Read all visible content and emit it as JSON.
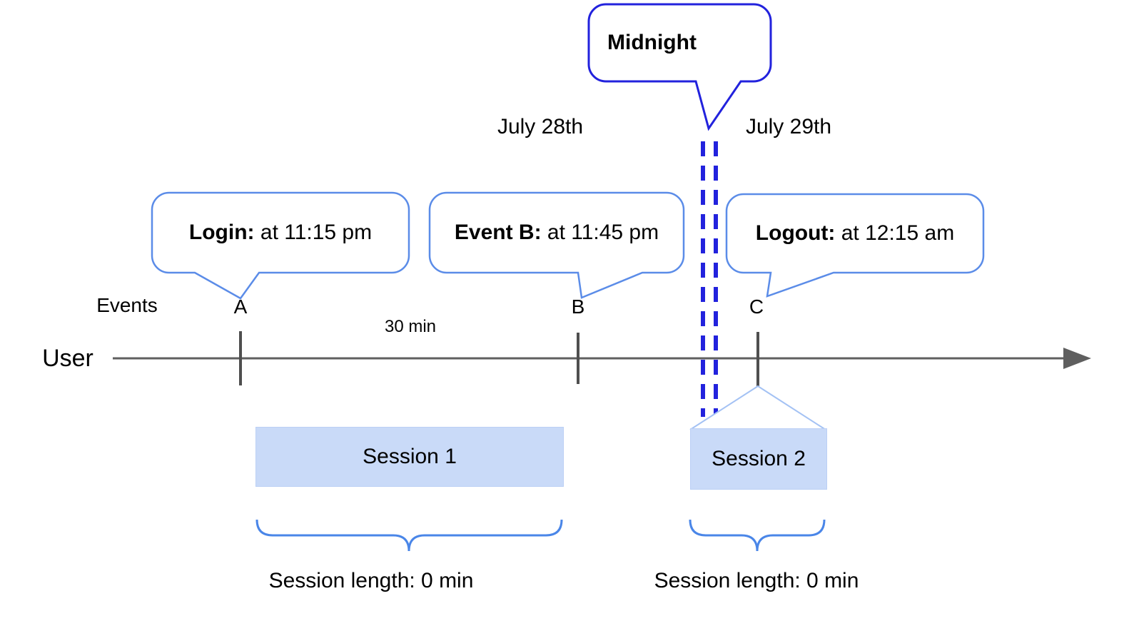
{
  "title": "User session timeline diagram",
  "dates": {
    "before_midnight": "July 28th",
    "after_midnight": "July 29th"
  },
  "midnight_callout": {
    "label": "Midnight"
  },
  "event_callouts": [
    {
      "bold": "Login:",
      "rest": " at 11:15 pm"
    },
    {
      "bold": "Event B:",
      "rest": " at 11:45 pm"
    },
    {
      "bold": "Logout:",
      "rest": " at 12:15 am"
    }
  ],
  "timeline": {
    "events_label": "Events",
    "user_label": "User",
    "interval_label": "30 min",
    "marks": [
      "A",
      "B",
      "C"
    ]
  },
  "sessions": [
    {
      "label": "Session 1",
      "length": "Session length: 0 min"
    },
    {
      "label": "Session 2",
      "length": "Session length: 0 min"
    }
  ],
  "colors": {
    "midnight_blue": "#2222dd",
    "callout_border": "#5b8ce8",
    "brace_blue": "#4a86e8",
    "funnel_light_blue": "#a4c2f4",
    "session_fill": "#c9daf8",
    "axis_gray": "#5f5f5f",
    "tick_gray": "#4f4f4f",
    "text_black": "#000000"
  }
}
